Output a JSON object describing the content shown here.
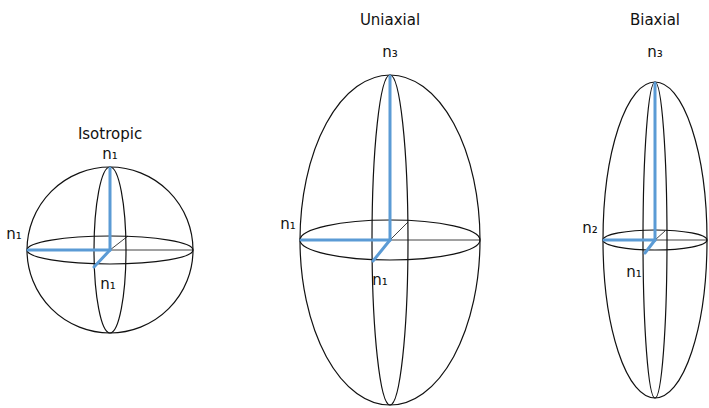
{
  "diagram": {
    "labels": [
      "Isotropic",
      "n₁",
      "n₁",
      "n₁",
      "Uniaxial",
      "n₃",
      "n₁",
      "n₁",
      "Biaxial",
      "n₃",
      "n₂",
      "n₁"
    ]
  }
}
